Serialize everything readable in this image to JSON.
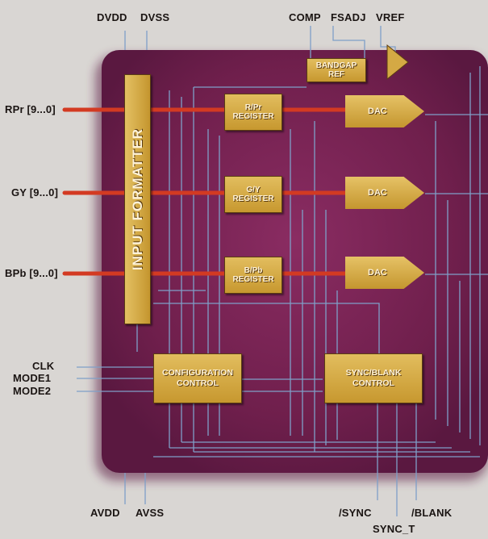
{
  "pins_top": {
    "dvdd": "DVDD",
    "dvss": "DVSS",
    "comp": "COMP",
    "fsadj": "FSADJ",
    "vref": "VREF"
  },
  "pins_left": {
    "rpr": "RPr [9...0]",
    "gy": "GY [9...0]",
    "bpb": "BPb [9...0]",
    "clk": "CLK",
    "mode1": "MODE1",
    "mode2": "MODE2"
  },
  "pins_bottom": {
    "avdd": "AVDD",
    "avss": "AVSS",
    "sync": "/SYNC",
    "sync_t": "SYNC_T",
    "blank": "/BLANK"
  },
  "blocks": {
    "input_formatter": "INPUT FORMATTER",
    "bandgap_line1": "BANDGAP",
    "bandgap_line2": "REF",
    "rpr_reg_line1": "R/Pr",
    "rpr_reg_line2": "REGISTER",
    "gy_reg_line1": "G/Y",
    "gy_reg_line2": "REGISTER",
    "bpb_reg_line1": "B/Pb",
    "bpb_reg_line2": "REGISTER",
    "dac_r": "DAC",
    "dac_g": "DAC",
    "dac_b": "DAC",
    "config_line1": "CONFIGURATION",
    "config_line2": "CONTROL",
    "sync_line1": "SYNC/BLANK",
    "sync_line2": "CONTROL"
  },
  "colors": {
    "chip": "#74204f",
    "block": "#d4a944",
    "bus": "#d33a22",
    "wire": "#6f8fb8"
  }
}
